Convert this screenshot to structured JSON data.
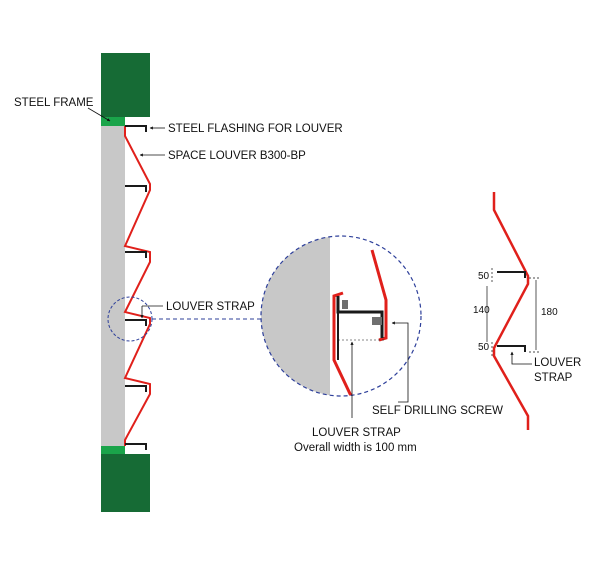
{
  "colors": {
    "frame_dark_green": "#166b35",
    "frame_light_green": "#1aa44a",
    "wall_grey": "#c8c8c8",
    "louver_red": "#e0201b",
    "strap_black": "#1a1a1a",
    "detail_circle_blue": "#2d3f9a"
  },
  "labels": {
    "steel_frame": "STEEL FRAME",
    "steel_flashing": "STEEL FLASHING FOR LOUVER",
    "space_louver": "SPACE LOUVER B300-BP",
    "louver_strap": "LOUVER STRAP",
    "self_drilling_screw": "SELF DRILLING SCREW",
    "detail_strap": "LOUVER STRAP",
    "overall_width": "Overall width is 100 mm",
    "profile_strap_line1": "LOUVER",
    "profile_strap_line2": "STRAP"
  },
  "dimensions": {
    "top_gap": "50",
    "middle_pitch": "140",
    "overall_pitch": "180",
    "bottom_gap": "50"
  }
}
